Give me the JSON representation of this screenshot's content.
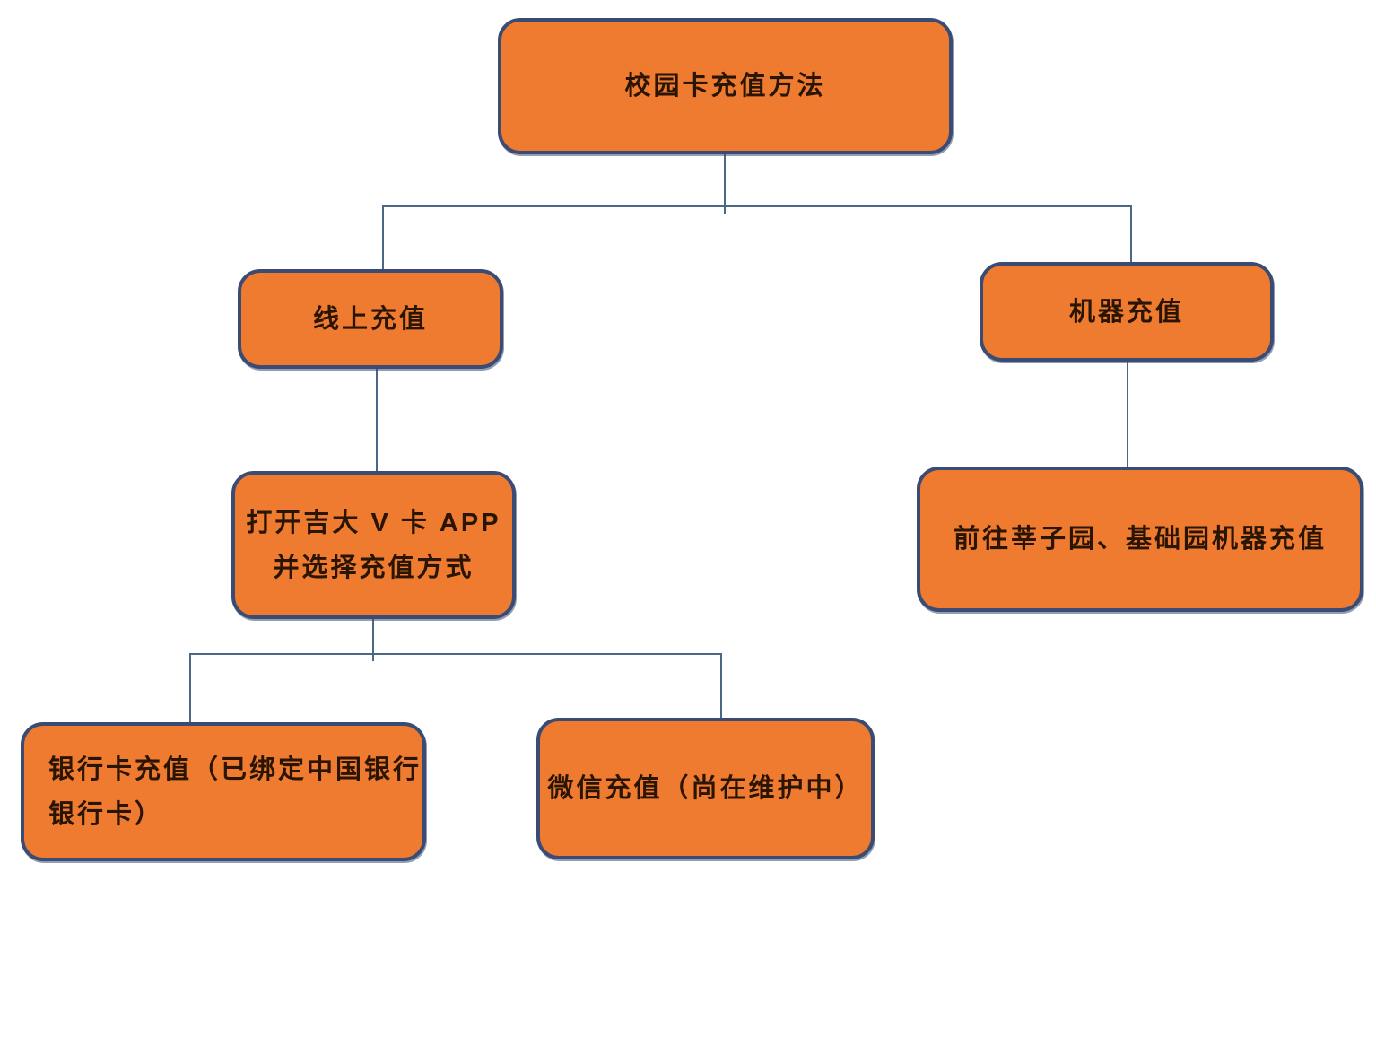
{
  "colors": {
    "background": "#FFFFFF",
    "node_fill": "#EE7B30",
    "node_border": "#3A4C74",
    "connector": "#4A6885",
    "text": "#2A1503"
  },
  "nodes": {
    "root": {
      "label": "校园卡充值方法"
    },
    "online": {
      "label": "线上充值"
    },
    "machine": {
      "label": "机器充值"
    },
    "app": {
      "label": "打开吉大 V 卡 APP\n并选择充值方式"
    },
    "machine_location": {
      "label": "前往莘子园、基础园机器充值"
    },
    "bank_card": {
      "label": "银行卡充值（已绑定中国银行\n银行卡）"
    },
    "wechat": {
      "label": "微信充值（尚在维护中）"
    }
  },
  "edges": [
    {
      "from": "root",
      "to": "online"
    },
    {
      "from": "root",
      "to": "machine"
    },
    {
      "from": "online",
      "to": "app"
    },
    {
      "from": "machine",
      "to": "machine_location"
    },
    {
      "from": "app",
      "to": "bank_card"
    },
    {
      "from": "app",
      "to": "wechat"
    }
  ]
}
